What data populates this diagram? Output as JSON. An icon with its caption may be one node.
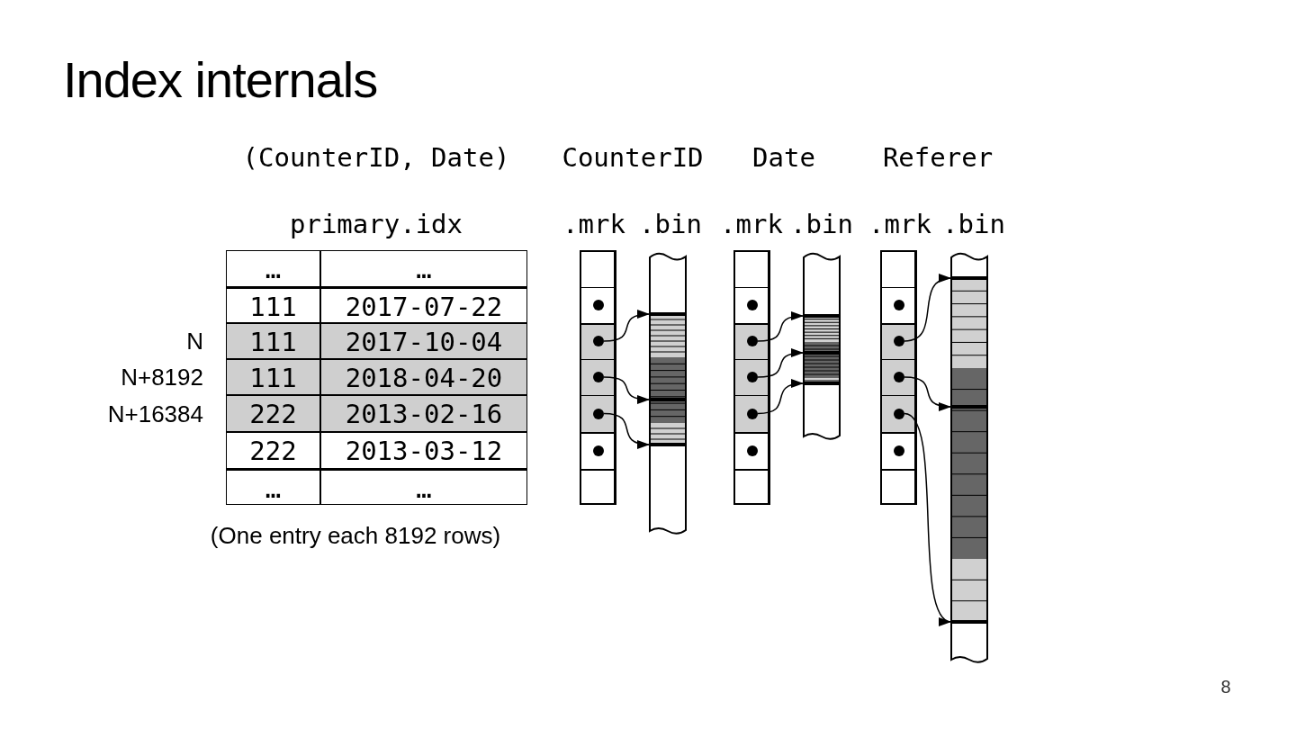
{
  "diagram": {
    "title": "Index internals",
    "nodes": [
      {
        "text": [],
        "shape": "box"
      },
      {
        "text": [],
        "shape": "circle",
        "in": 0
      },
      {
        "text": [],
        "shape": "circle",
        "in": 0
      },
      {
        "text": [],
        "shape": "circle",
        "in": 0
      },
      {
        "text": [],
        "shape": "circle",
        "in": 0
      },
      {
        "text": [],
        "shape": "circle",
        "in": 0
      },
      {
        "text": [],
        "shape": "box"
      },
      {
        "text": [],
        "shape": "bar",
        "in": 6
      },
      {
        "text": [],
        "shape": "bar",
        "in": 6
      },
      {
        "text": [],
        "shape": "bar",
        "in": 6
      },
      {
        "text": [],
        "shape": "box"
      },
      {
        "text": [],
        "shape": "circle",
        "in": 10
      },
      {
        "text": [],
        "shape": "circle",
        "in": 10
      },
      {
        "text": [],
        "shape": "circle",
        "in": 10
      },
      {
        "text": [],
        "shape": "circle",
        "in": 10
      },
      {
        "text": [],
        "shape": "circle",
        "in": 10
      },
      {
        "text": [],
        "shape": "box"
      },
      {
        "text": [],
        "shape": "bar",
        "in": 16
      },
      {
        "text": [],
        "shape": "bar",
        "in": 16
      },
      {
        "text": [],
        "shape": "bar",
        "in": 16
      },
      {
        "text": [],
        "shape": "box"
      },
      {
        "text": [],
        "shape": "circle",
        "in": 20
      },
      {
        "text": [],
        "shape": "circle",
        "in": 20
      },
      {
        "text": [],
        "shape": "circle",
        "in": 20
      },
      {
        "text": [],
        "shape": "circle",
        "in": 20
      },
      {
        "text": [],
        "shape": "circle",
        "in": 20
      },
      {
        "text": [],
        "shape": "box"
      },
      {
        "text": [],
        "shape": "bar",
        "in": 26
      },
      {
        "text": [],
        "shape": "bar",
        "in": 26
      },
      {
        "text": [],
        "shape": "bar",
        "in": 26
      }
    ],
    "edges": [
      {
        "from": 2,
        "to": 7,
        "arrow": "to"
      },
      {
        "from": 3,
        "to": 8,
        "arrow": "to"
      },
      {
        "from": 4,
        "to": 9,
        "arrow": "to"
      },
      {
        "from": 12,
        "to": 17,
        "arrow": "to"
      },
      {
        "from": 13,
        "to": 18,
        "arrow": "to"
      },
      {
        "from": 14,
        "to": 19,
        "arrow": "to"
      },
      {
        "from": 22,
        "to": 27,
        "arrow": "to"
      },
      {
        "from": 23,
        "to": 28,
        "arrow": "to"
      },
      {
        "from": 24,
        "to": 29,
        "arrow": "to"
      }
    ],
    "labels": [
      "(CounterID, Date)",
      "CounterID",
      "Date",
      "Referer",
      "primary.idx",
      ".mrk",
      ".bin",
      ".mrk",
      ".bin",
      ".mrk",
      ".bin",
      "…",
      "…",
      "111",
      "2017-07-22",
      "N",
      "111",
      "2017-10-04",
      "N+8192",
      "111",
      "2018-04-20",
      "N+16384",
      "222",
      "2013-02-16",
      "222",
      "2013-03-12",
      "…",
      "…",
      "(One entry each 8192 rows)",
      "8"
    ]
  }
}
